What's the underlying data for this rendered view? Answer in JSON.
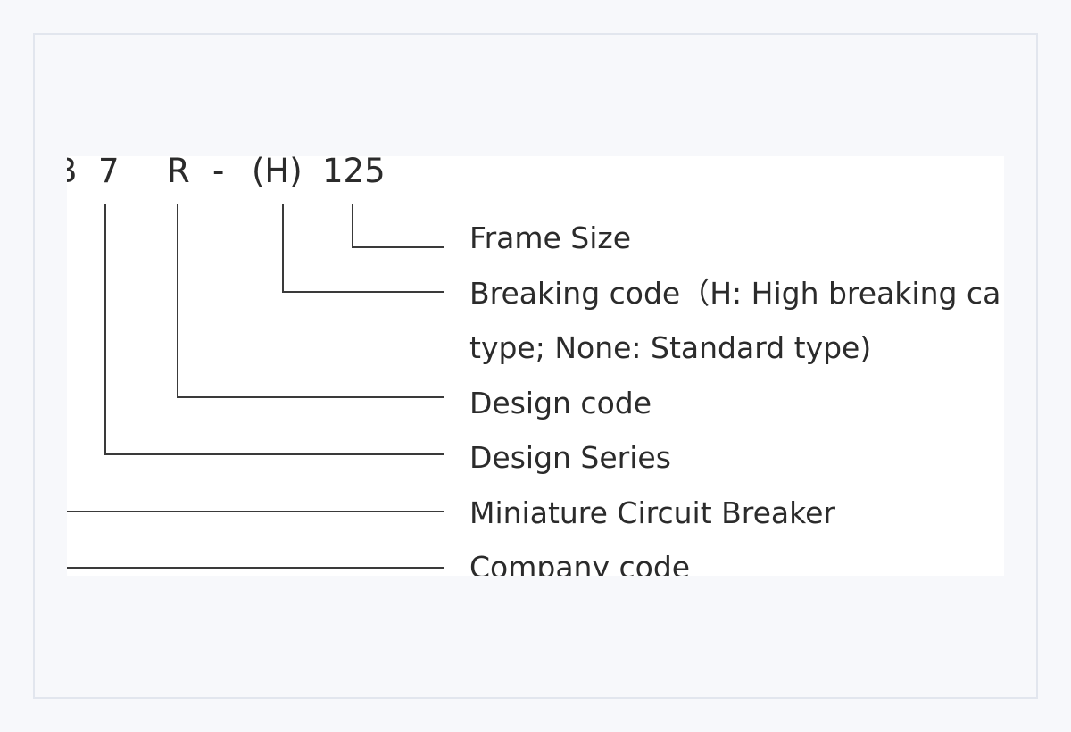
{
  "model_code": {
    "chars": [
      "B",
      "7",
      "R",
      "-",
      "(H)",
      "125"
    ]
  },
  "labels": {
    "frame_size": "Frame Size",
    "breaking_code_line1": "Breaking code（H: High breaking ca",
    "breaking_code_line2": "type; None: Standard type)",
    "design_code": "Design code",
    "design_series": "Design Series",
    "miniature_circuit_breaker": "Miniature Circuit Breaker",
    "company_code": "Company code"
  }
}
